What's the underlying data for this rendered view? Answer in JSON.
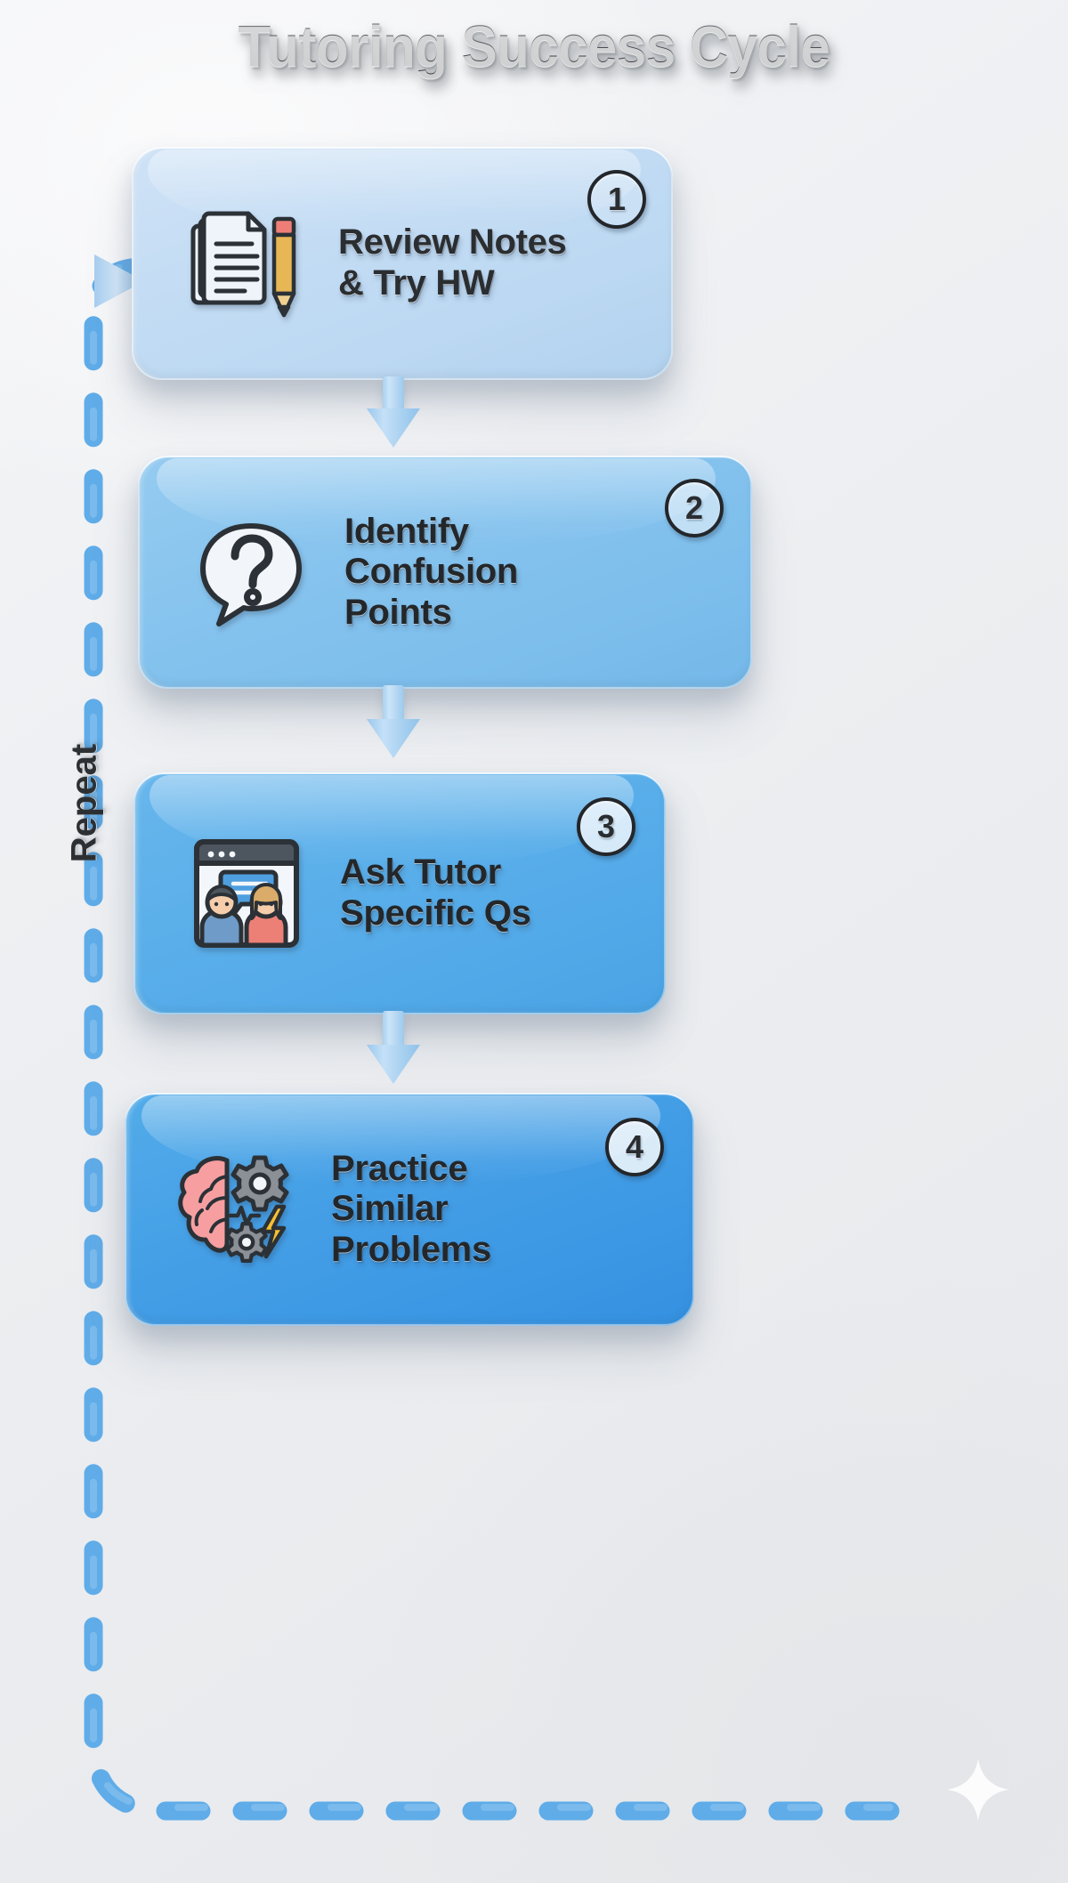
{
  "header": {
    "title": "Tutoring Success Cycle"
  },
  "colors": {
    "background": "#eceef1",
    "card1": "#c3dcf4",
    "card2": "#86c3ee",
    "card3": "#5aafea",
    "card4": "#459fe6",
    "connector": "#a9d1ef",
    "dashed_loop": "#5aa9e8",
    "title_text": "#4b4d4f",
    "label_text": "#2b2e31",
    "badge_outline": "#23262a"
  },
  "loop": {
    "repeat_label": "Repeat",
    "direction": "counter-clockwise back to step 1",
    "style": "dashed"
  },
  "steps": [
    {
      "number": "1",
      "label": "Review Notes\n& Try HW",
      "icon": "documents-pencil-icon"
    },
    {
      "number": "2",
      "label": "Identify\nConfusion\nPoints",
      "icon": "question-speech-bubble-icon"
    },
    {
      "number": "3",
      "label": "Ask Tutor\nSpecific Qs",
      "icon": "video-call-people-icon"
    },
    {
      "number": "4",
      "label": "Practice\nSimilar\nProblems",
      "icon": "brain-gears-icon"
    }
  ],
  "decoration": {
    "sparkle": "four-point-sparkle"
  }
}
